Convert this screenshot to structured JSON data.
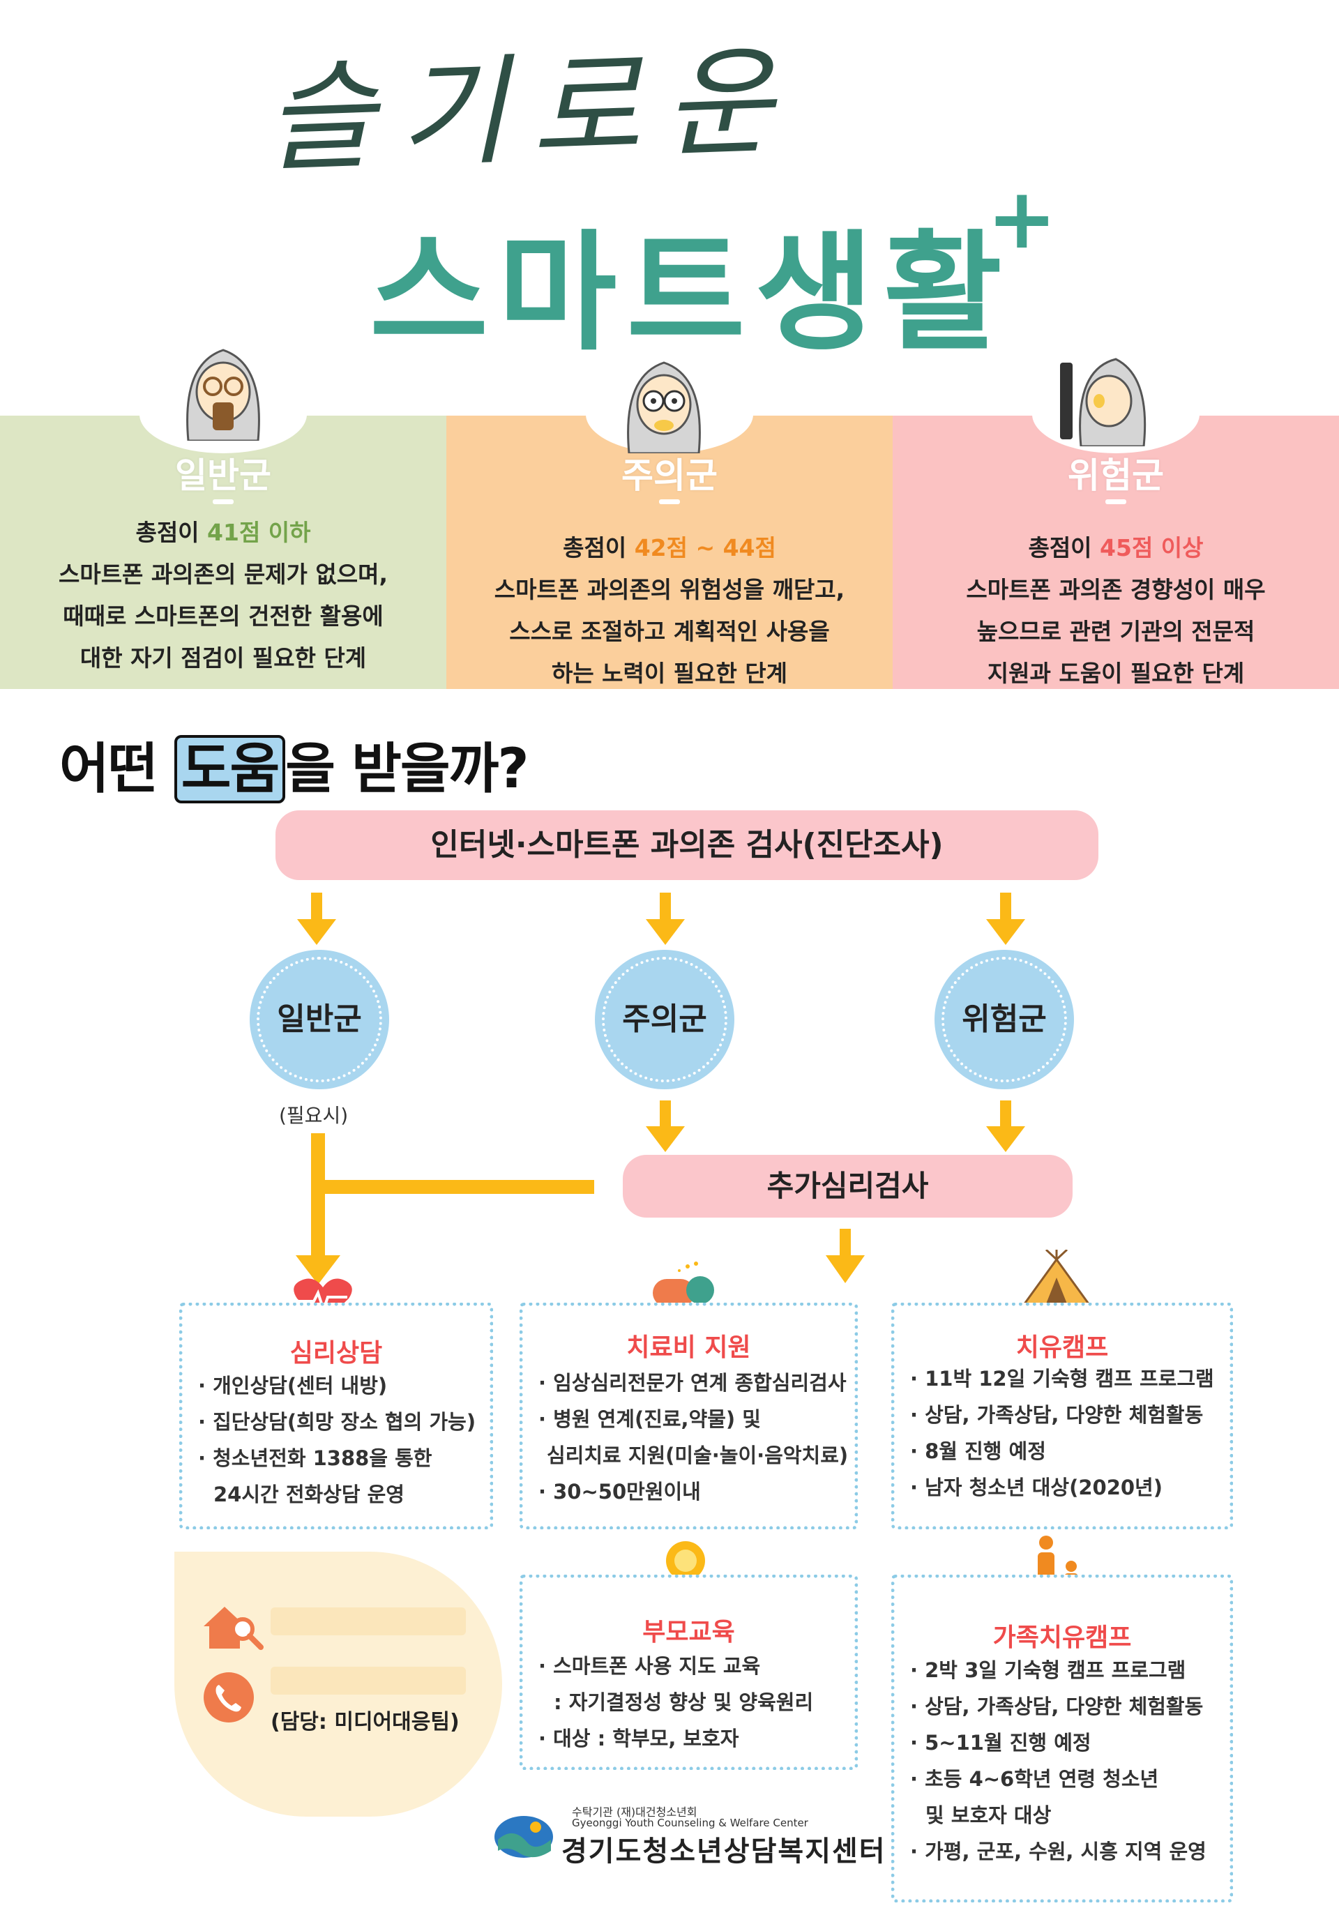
{
  "title": {
    "line1": "슬기로운",
    "line2": "스마트생활",
    "plus": "+"
  },
  "levels": [
    {
      "name": "일반군",
      "score_prefix": "총점이 ",
      "score": "41점 이하",
      "score_suffix": "",
      "lines": [
        "스마트폰 과의존의 문제가 없으며,",
        "때때로 스마트폰의 건전한 활용에",
        "대한 자기 점검이 필요한 단계"
      ]
    },
    {
      "name": "주의군",
      "score_prefix": "총점이 ",
      "score": "42점 ~ 44점",
      "score_suffix": "",
      "lines": [
        "스마트폰 과의존의 위험성을 깨닫고,",
        "스스로 조절하고 계획적인 사용을",
        "하는 노력이 필요한 단계"
      ]
    },
    {
      "name": "위험군",
      "score_prefix": "총점이 ",
      "score": "45점 이상",
      "score_suffix": "",
      "lines": [
        "스마트폰 과의존 경향성이 매우",
        "높으므로 관련 기관의 전문적",
        "지원과 도움이 필요한 단계"
      ]
    }
  ],
  "colors": {
    "green_band": "#dde6c4",
    "orange_band": "#fbcf9c",
    "red_band": "#fbc2c2",
    "teal": "#3fa18d",
    "arrow": "#fbb917",
    "pill": "#fbc6cb",
    "circle": "#a9d6ef",
    "service_head": "#ef4b4b"
  },
  "question": {
    "pre": "어떤 ",
    "boxed": "도움",
    "post": "을 받을까?"
  },
  "flow": {
    "top_pill": "인터넷·스마트폰 과의존 검사(진단조사)",
    "circles": [
      "일반군",
      "주의군",
      "위험군"
    ],
    "note": "(필요시)",
    "mid_pill": "추가심리검사"
  },
  "services": {
    "counseling": {
      "title": "심리상담",
      "icon": "heart-pulse-icon",
      "items": [
        "개인상담(센터 내방)",
        "집단상담(희망 장소 협의 가능)",
        "청소년전화 1388을 통한"
      ],
      "cont": "24시간 전화상담 운영"
    },
    "treatment": {
      "title": "치료비 지원",
      "icon": "pill-capsule-icon",
      "items": [
        "임상심리전문가 연계 종합심리검사",
        "병원 연계(진료,약물) 및"
      ],
      "cont": "심리치료 지원(미술·놀이·음악치료)",
      "last": "30~50만원이내"
    },
    "camp": {
      "title": "치유캠프",
      "icon": "tent-icon",
      "items": [
        "11박 12일 기숙형 캠프 프로그램",
        "상담, 가족상담, 다양한 체험활동",
        "8월 진행 예정",
        "남자 청소년 대상(2020년)"
      ]
    },
    "parent": {
      "title": "부모교육",
      "icon": "lightbulb-icon",
      "items": [
        "스마트폰 사용 지도 교육"
      ],
      "cont": ": 자기결정성 향상 및 양육원리",
      "last": "대상 : 학부모, 보호자"
    },
    "family_camp": {
      "title": "가족치유캠프",
      "icon": "family-icon",
      "items": [
        "2박 3일 기숙형 캠프 프로그램",
        "상담, 가족상담, 다양한 체험활동",
        "5~11월 진행 예정",
        "초등 4~6학년 연령 청소년"
      ],
      "cont": "및 보호자 대상",
      "last": "가평, 군포, 수원, 시흥 지역 운영"
    }
  },
  "contact": {
    "manager": "(담당: 미디어대응팀)"
  },
  "org": {
    "small1": "수탁기관 (재)대건청소년회",
    "small2": "Gyeonggi Youth Counseling & Welfare Center",
    "name": "경기도청소년상담복지센터"
  }
}
